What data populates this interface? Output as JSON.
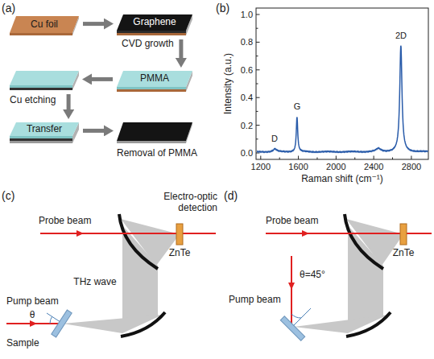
{
  "diagram": {
    "nodes": [
      {
        "text": [
          "Cu foil"
        ]
      },
      {
        "text": [
          "Graphene",
          "CVD growth"
        ]
      },
      {
        "text": [
          "PMMA"
        ]
      },
      {
        "text": [
          "Cu etching"
        ]
      },
      {
        "text": [
          "Transfer"
        ]
      },
      {
        "text": [
          "Removal of PMMA"
        ]
      }
    ],
    "edges": [
      {
        "from": 0,
        "to": 1,
        "arrow": "to"
      },
      {
        "from": 1,
        "to": 2,
        "arrow": "to"
      },
      {
        "from": 2,
        "to": 3,
        "arrow": "to"
      },
      {
        "from": 3,
        "to": 4,
        "arrow": "to"
      },
      {
        "from": 4,
        "to": 5,
        "arrow": "to"
      }
    ],
    "labels": [
      "(a)",
      "(b)",
      "Intensity (a.u.)",
      "1.0",
      "0.8",
      "0.6",
      "0.4",
      "0.2",
      "0.0",
      "D",
      "G",
      "2D",
      "1200",
      "1600",
      "2000",
      "2400",
      "2800",
      "Raman shift (cm⁻¹)",
      "(c)",
      "Electro-optic detection",
      "Probe beam",
      "ZnTe",
      "THz wave",
      "Pump beam",
      "θ",
      "Sample",
      "(d)",
      "Probe beam",
      "ZnTe",
      "Pump beam",
      "θ=45°"
    ]
  }
}
